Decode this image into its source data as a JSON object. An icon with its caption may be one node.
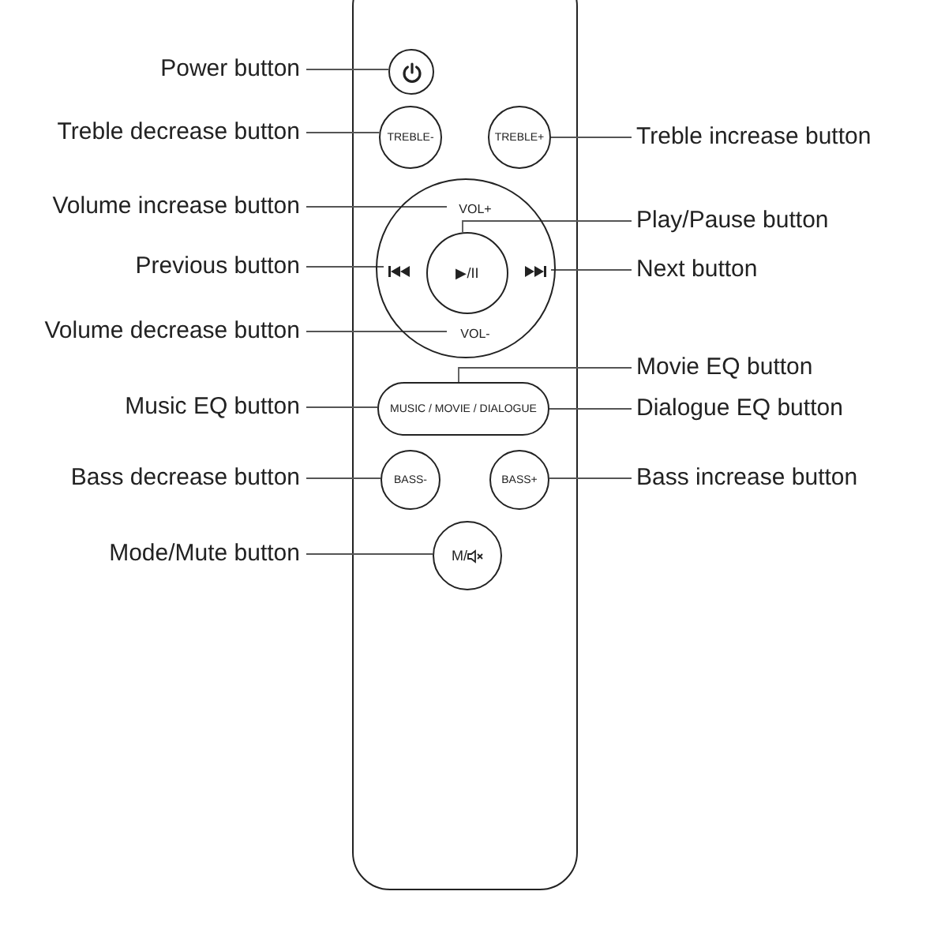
{
  "diagram": {
    "nodes": [
      {
        "text": [
          "Power button"
        ]
      },
      {
        "text": [],
        "shape": "circle"
      },
      {
        "text": [
          "Treble decrease button"
        ]
      },
      {
        "text": [
          "TREBLE-"
        ]
      },
      {
        "text": [
          "TREBLE+"
        ]
      },
      {
        "text": [
          "Treble increase button"
        ]
      },
      {
        "text": [
          "Volume increase button"
        ]
      },
      {
        "text": [],
        "shape": "circle"
      },
      {
        "text": [
          "VOL+"
        ],
        "in": 7
      },
      {
        "text": [
          "Play/Pause button"
        ]
      },
      {
        "text": [
          "▶/II"
        ],
        "in": 7
      },
      {
        "text": [
          "Previous button"
        ]
      },
      {
        "text": [],
        "shape": "icon",
        "in": 7
      },
      {
        "text": [],
        "shape": "icon",
        "in": 7
      },
      {
        "text": [
          "Next button"
        ]
      },
      {
        "text": [
          "Volume decrease button"
        ]
      },
      {
        "text": [
          "VOL-"
        ],
        "in": 7
      },
      {
        "text": [
          "Movie EQ button"
        ]
      },
      {
        "text": [
          "Music EQ button"
        ]
      },
      {
        "text": [
          "MUSIC / MOVIE / DIALOGUE"
        ]
      },
      {
        "text": [
          "Dialogue EQ button"
        ]
      },
      {
        "text": [
          "Bass decrease button"
        ]
      },
      {
        "text": [
          "BASS-"
        ]
      },
      {
        "text": [
          "BASS+"
        ]
      },
      {
        "text": [
          "Bass increase button"
        ]
      },
      {
        "text": [
          "Mode/Mute button"
        ]
      },
      {
        "text": [
          "M/"
        ]
      }
    ],
    "edges": [
      {
        "from": 0,
        "to": 1,
        "arrow": "none"
      },
      {
        "from": 2,
        "to": 3,
        "arrow": "none"
      },
      {
        "from": 5,
        "to": 4,
        "arrow": "none"
      },
      {
        "from": 6,
        "to": 8,
        "arrow": "none"
      },
      {
        "from": 9,
        "to": 10,
        "arrow": "none"
      },
      {
        "from": 11,
        "to": 12,
        "arrow": "none"
      },
      {
        "from": 14,
        "to": 13,
        "arrow": "none"
      },
      {
        "from": 15,
        "to": 16,
        "arrow": "none"
      },
      {
        "from": 17,
        "to": 19,
        "arrow": "none"
      },
      {
        "from": 18,
        "to": 19,
        "arrow": "none"
      },
      {
        "from": 20,
        "to": 19,
        "arrow": "none"
      },
      {
        "from": 21,
        "to": 22,
        "arrow": "none"
      },
      {
        "from": 24,
        "to": 23,
        "arrow": "none"
      },
      {
        "from": 25,
        "to": 26,
        "arrow": "none"
      }
    ]
  }
}
